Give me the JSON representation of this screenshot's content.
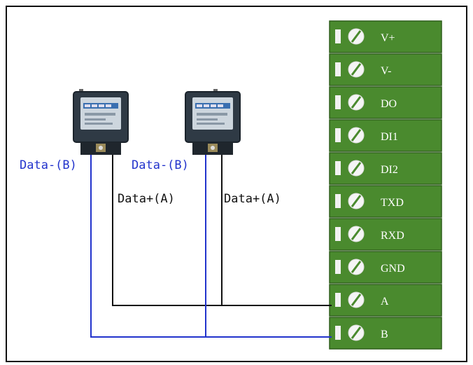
{
  "terminals": [
    "V+",
    "V-",
    "DO",
    "DI1",
    "DI2",
    "TXD",
    "RXD",
    "GND",
    "A",
    "B"
  ],
  "wire_labels": {
    "meter1_b": "Data-(B)",
    "meter2_b": "Data-(B)",
    "meter1_a": "Data+(A)",
    "meter2_a": "Data+(A)"
  },
  "colors": {
    "terminal_green": "#4a8a2e",
    "terminal_green_dark": "#2e5e1c",
    "wire_a": "#111111",
    "wire_b": "#2233cc",
    "meter_body": "#2f3a45"
  },
  "icons": {
    "screw": "terminal-screw-icon",
    "meter": "electric-meter-icon"
  }
}
